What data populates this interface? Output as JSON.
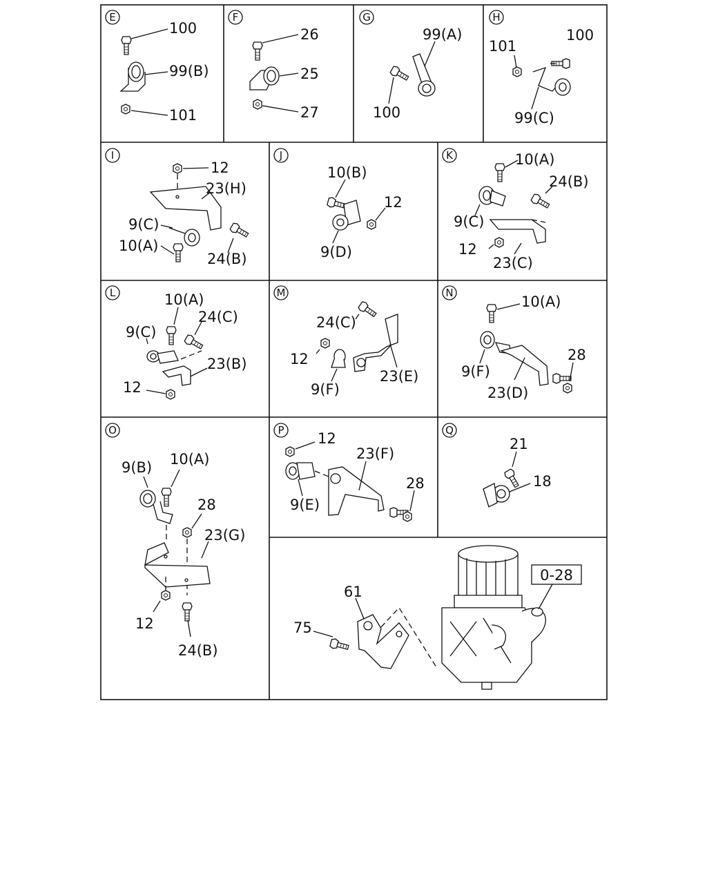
{
  "panels": {
    "E": {
      "letter": "E",
      "l100": "100",
      "l99b": "99(B)",
      "l101": "101"
    },
    "F": {
      "letter": "F",
      "l26": "26",
      "l25": "25",
      "l27": "27"
    },
    "G": {
      "letter": "G",
      "l99a": "99(A)",
      "l100": "100"
    },
    "H": {
      "letter": "H",
      "l101": "101",
      "l100": "100",
      "l99c": "99(C)"
    },
    "I": {
      "letter": "I",
      "l12": "12",
      "l23h": "23(H)",
      "l9c": "9(C)",
      "l10a": "10(A)",
      "l24b": "24(B)"
    },
    "J": {
      "letter": "J",
      "l10b": "10(B)",
      "l12": "12",
      "l9d": "9(D)"
    },
    "K": {
      "letter": "K",
      "l10a": "10(A)",
      "l24b": "24(B)",
      "l9c": "9(C)",
      "l12": "12",
      "l23c": "23(C)"
    },
    "L": {
      "letter": "L",
      "l10a": "10(A)",
      "l24c": "24(C)",
      "l9c": "9(C)",
      "l23b": "23(B)",
      "l12": "12"
    },
    "M": {
      "letter": "M",
      "l24c": "24(C)",
      "l12": "12",
      "l9f": "9(F)",
      "l23e": "23(E)"
    },
    "N": {
      "letter": "N",
      "l10a": "10(A)",
      "l28": "28",
      "l9f": "9(F)",
      "l23d": "23(D)"
    },
    "O": {
      "letter": "O",
      "l9b": "9(B)",
      "l10a": "10(A)",
      "l28": "28",
      "l23g": "23(G)",
      "l12": "12",
      "l24b": "24(B)"
    },
    "P": {
      "letter": "P",
      "l12": "12",
      "l23f": "23(F)",
      "l28": "28",
      "l9e": "9(E)"
    },
    "Q": {
      "letter": "Q",
      "l21": "21",
      "l18": "18"
    },
    "R": {
      "l61": "61",
      "l75": "75",
      "ref": "0-28"
    }
  }
}
